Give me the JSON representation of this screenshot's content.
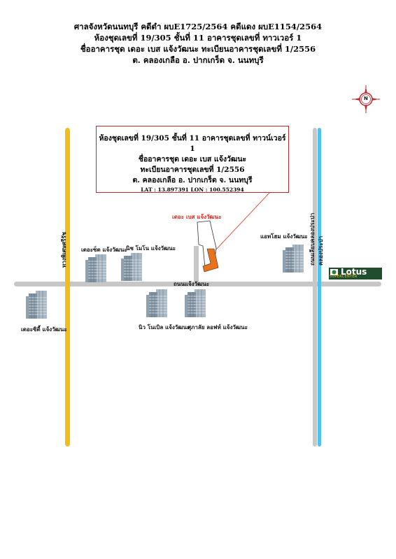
{
  "header": {
    "line1": "ศาลจังหวัดนนทบุรี คดีดำ ผบE1725/2564 คดีแดง ผบE1154/2564",
    "line2": "ห้องชุดเลขที่ 19/305 ชั้นที่ 11 อาคารชุดเลขที่ ทาวเวอร์ 1",
    "line3": "ชื่ออาคารชุด เดอะ เบส แจ้งวัฒนะ ทะเบียนอาคารชุดเลขที่ 1/2556",
    "line4": "ต. คลองเกลือ อ. ปากเกร็ด จ. นนทบุรี"
  },
  "infobox": {
    "line1": "ห้องชุดเลขที่ 19/305 ชั้นที่ 11 อาคารชุดเลขที่ ทาวน์เวอร์ 1",
    "line2": "ชื่ออาคารชุด เดอะ เบส แจ้งวัฒนะ",
    "line3": "ทะเบียนอาคารชุดเลขที่ 1/2556",
    "line4": "ต. คลองเกลือ อ. ปากเกร็ด จ. นนทบุรี",
    "coords": "LAT : 13.897391   LON :   100.552394"
  },
  "compass": {
    "label": "N",
    "icon": "compass-rose-icon",
    "color": "#c0272d"
  },
  "target": {
    "label": "เดอะ เบส แจ้งวัฒนะ",
    "label_color": "#e1251b",
    "fill_color": "#e8731a"
  },
  "roads": {
    "main_road": "ถนนแจ้งวัฒนะ",
    "left_road": "ทางพิเศษศรีรัช",
    "right_road": "ถนนเลียบคลองประปา",
    "canal": "คลองประปา",
    "main_color": "#c7c7c7",
    "left_color": "#f2bd1a",
    "right_color": "#c7c7c7",
    "canal_color": "#4fc3ef"
  },
  "places": {
    "the_zest": "เดอะซ็ต แจ้งวัฒนะ",
    "niche_mono": "นิช โมโน แจ้งวัฒนะ",
    "the_city": "เดอะซิตี้ แจ้งวัฒนะ",
    "new_noble": "นิว โนเบิล แจ้งวัฒนะ",
    "supalai_loft": "ศุภาลัย ลอฟท์ แจ้งวัฒนะ",
    "home": "แอทโฮม แจ้งวัฒนะ"
  },
  "lotus": {
    "brand": "Lotus",
    "sub": "SUPERCENTER",
    "bg": "#1f4d2e",
    "accent": "#f5c400"
  }
}
